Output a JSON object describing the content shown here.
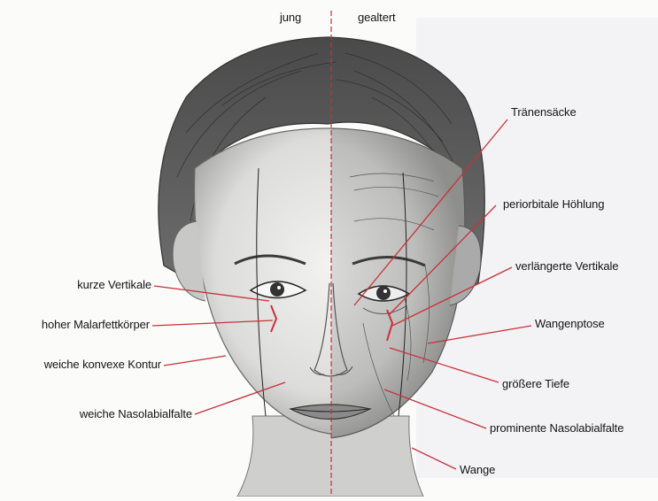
{
  "header": {
    "left": "jung",
    "right": "gealtert"
  },
  "labels_left": {
    "short_vertical": "kurze Vertikale",
    "malar_fat": "hoher Malarfettkörper",
    "soft_convex": "weiche konvexe Kontur",
    "soft_nasolabial": "weiche Nasolabialfalte"
  },
  "labels_right": {
    "tear_troughs": "Tränensäcke",
    "periorbital_hollow": "periorbitale Höhlung",
    "elongated_vertical": "verlängerte Vertikale",
    "cheek_ptosis": "Wangenptose",
    "greater_depth": "größere Tiefe",
    "prominent_nasolabial": "prominente Nasolabialfalte",
    "cheek": "Wange"
  },
  "colors": {
    "leader_line": "#c8323a",
    "text": "#141414",
    "sketch": "#555555"
  }
}
